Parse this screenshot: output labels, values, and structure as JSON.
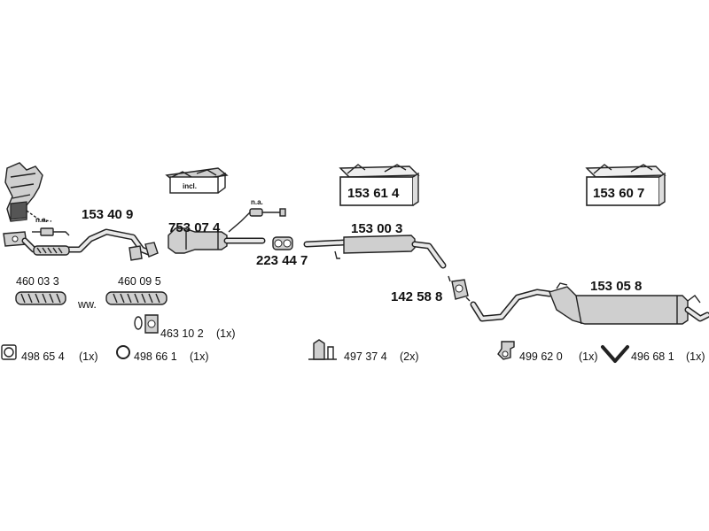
{
  "labels": {
    "manifold_na": "n.a.",
    "front_pipe": "153 40 9",
    "kit_incl": "incl.",
    "catalyst": "753 07 4",
    "sensor_na": "n.a.",
    "clamp_223": "223 44 7",
    "box_middle": "153 61 4",
    "middle_pipe": "153 00 3",
    "connector": "142 58 8",
    "box_rear": "153 60 7",
    "rear_silencer": "153 05 8",
    "flex_a": "460 03 3",
    "alt_ww": "ww.",
    "flex_b": "460 09 5",
    "gasket_463": "463 10 2",
    "gasket_463_qty": "(1x)",
    "ring_4986": "498 65 4",
    "ring_4986_qty": "(1x)",
    "ring_4988": "498 66 1",
    "ring_4988_qty": "(1x)",
    "hanger_4973": "497 37 4",
    "hanger_4973_qty": "(2x)",
    "mount_4996": "499 62 0",
    "mount_4996_qty": "(1x)",
    "mount_4966": "496 68 1",
    "mount_4966_qty": "(1x)"
  }
}
